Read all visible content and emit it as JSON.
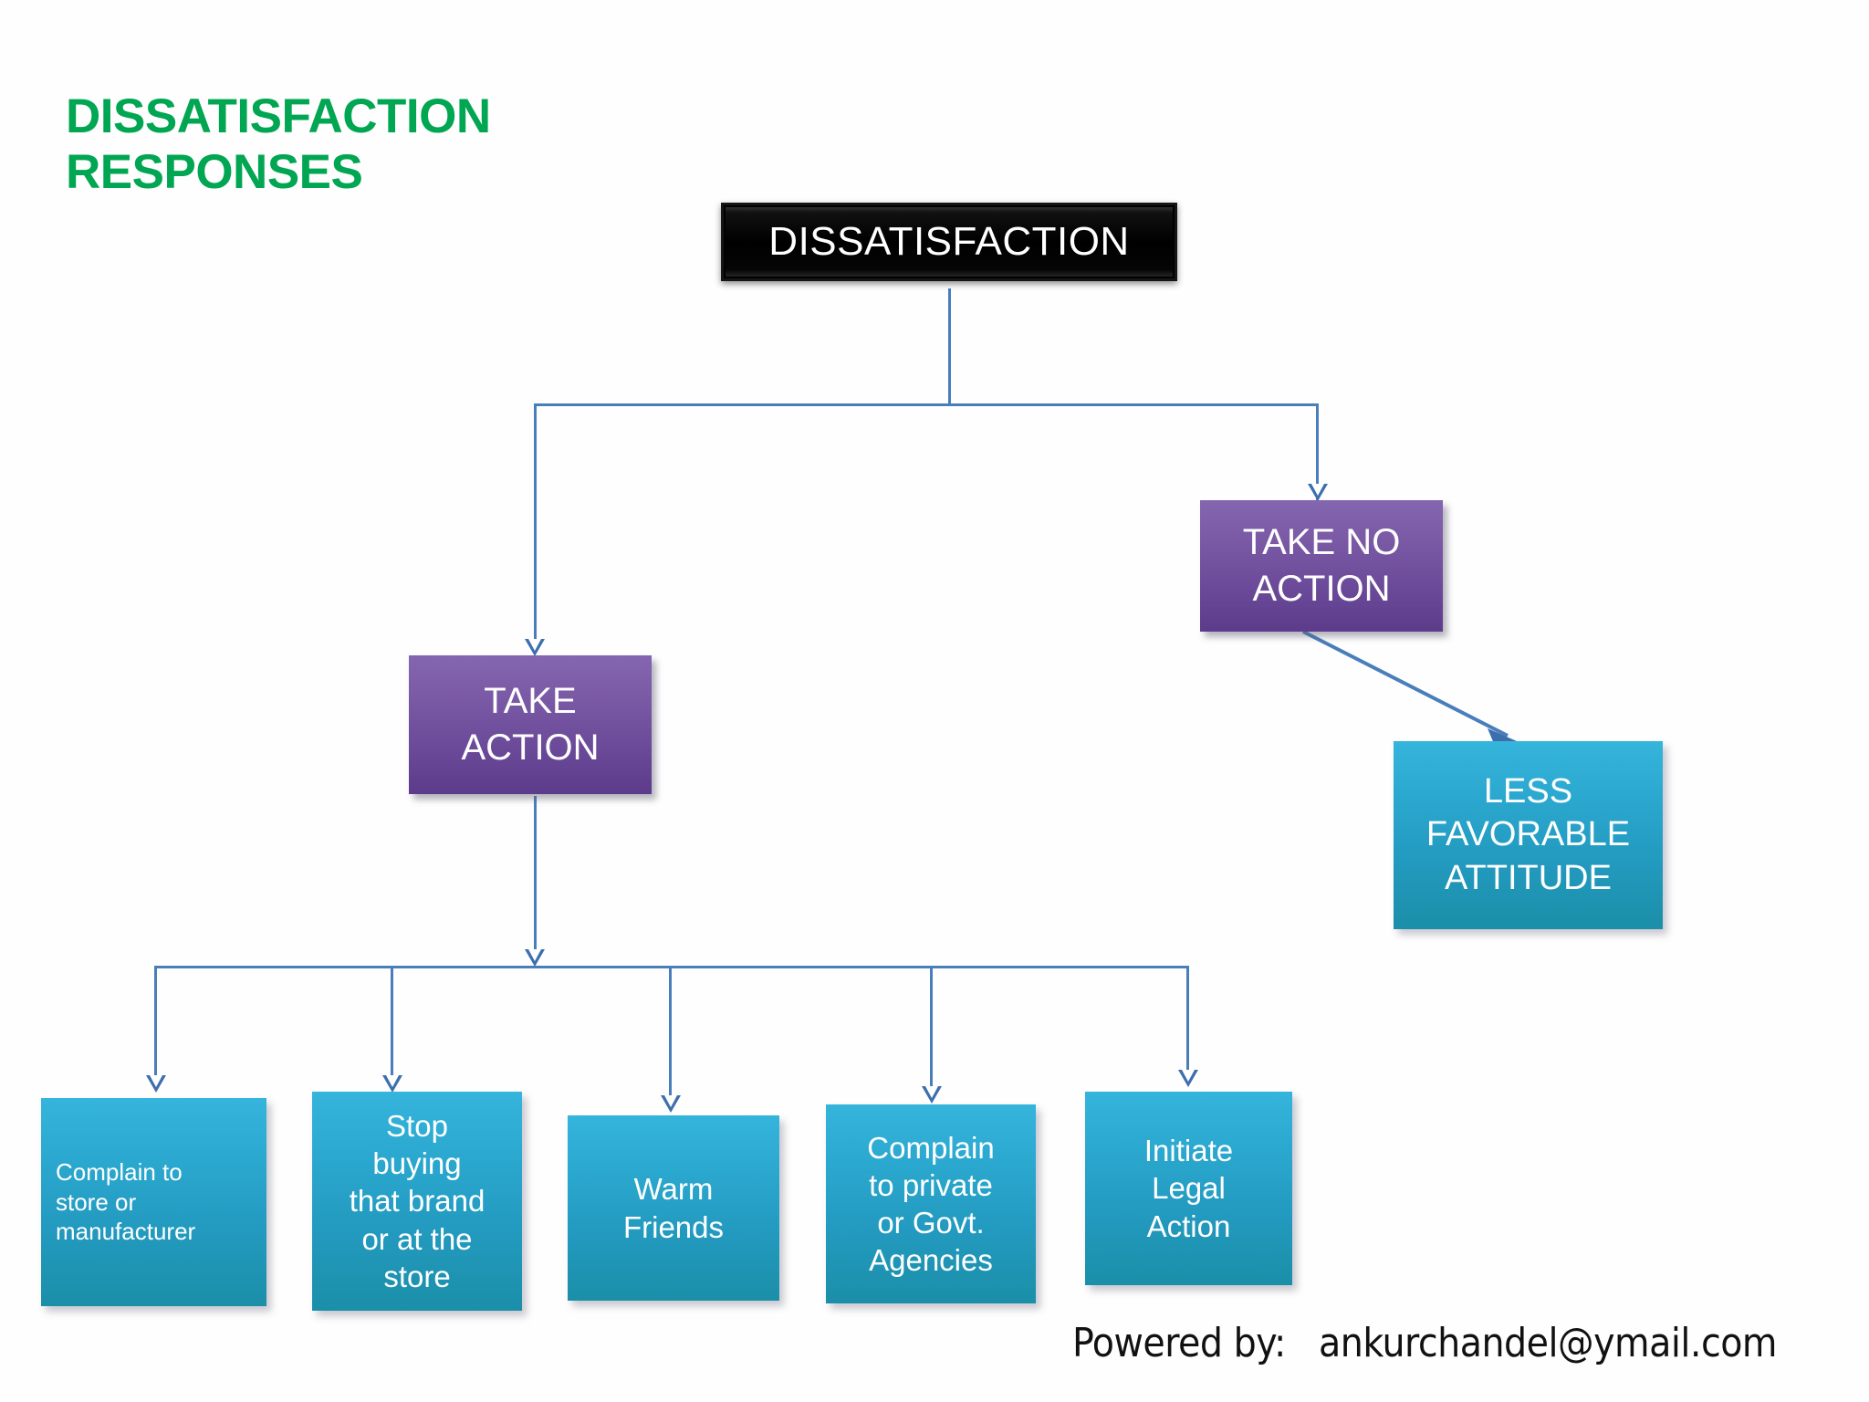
{
  "page": {
    "title": "DISSATISFACTION\nRESPONSES",
    "title_color": "#00A651",
    "background": "#ffffff"
  },
  "diagram": {
    "type": "flowchart",
    "root": {
      "id": "dissatisfaction",
      "label": "DISSATISFACTION",
      "style": "black-bevel",
      "color": "#000000"
    },
    "level1": [
      {
        "id": "take-action",
        "label": "TAKE\nACTION",
        "style": "purple",
        "color": "#6B4A99"
      },
      {
        "id": "take-no-action",
        "label": "TAKE NO\nACTION",
        "style": "purple",
        "color": "#6B4A99"
      }
    ],
    "level2_no_action": [
      {
        "id": "less-favorable-attitude",
        "label": "LESS\nFAVORABLE\nATTITUDE",
        "style": "teal",
        "color": "#2BA8CF"
      }
    ],
    "level2_action": [
      {
        "id": "complain-store",
        "label": "Complain to\nstore or\nmanufacturer",
        "style": "teal",
        "color": "#2BA8CF"
      },
      {
        "id": "stop-buying",
        "label": "Stop\nbuying\nthat  brand\nor at the\nstore",
        "style": "teal",
        "color": "#2BA8CF"
      },
      {
        "id": "warm-friends",
        "label": "Warm\nFriends",
        "style": "teal",
        "color": "#2BA8CF"
      },
      {
        "id": "complain-agencies",
        "label": "Complain\nto private\nor Govt.\nAgencies",
        "style": "teal",
        "color": "#2BA8CF"
      },
      {
        "id": "legal-action",
        "label": "Initiate\nLegal\nAction",
        "style": "teal",
        "color": "#2BA8CF"
      }
    ],
    "connector_color": "#4A7EBB"
  },
  "footer": {
    "text": "Powered by:   ankurchandel@ymail.com"
  }
}
